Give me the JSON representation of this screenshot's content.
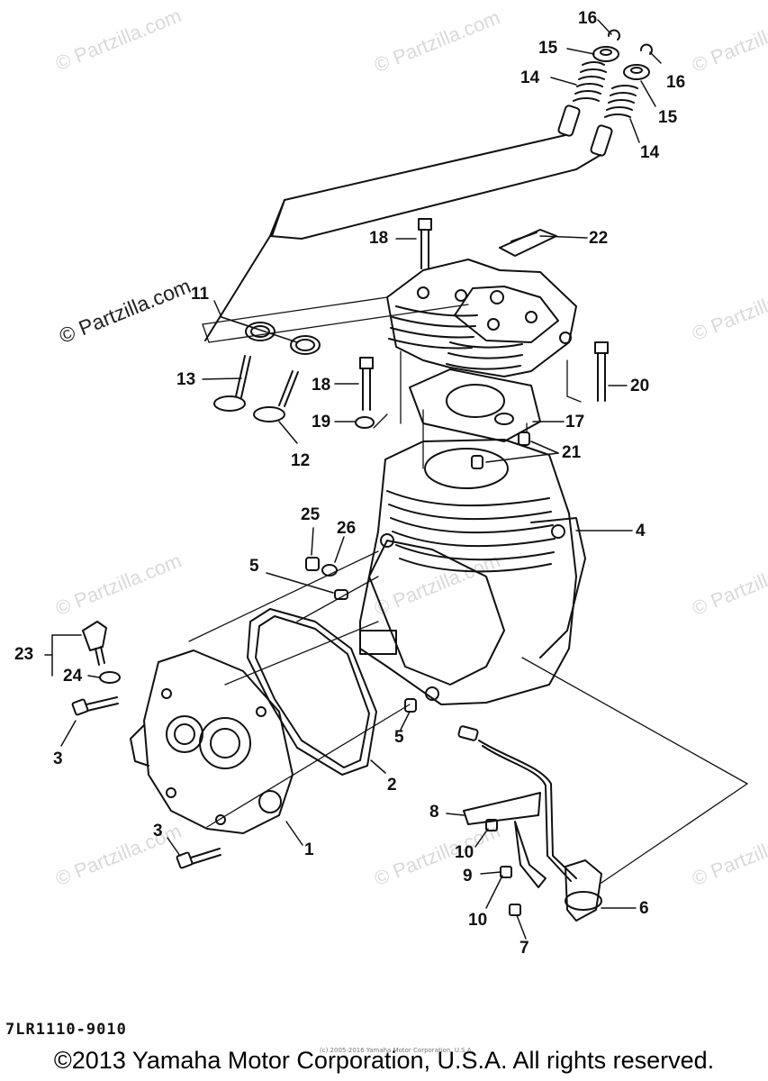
{
  "watermark": {
    "text": "© Partzilla.com",
    "prominent_text": "© Partzilla.com"
  },
  "callouts": [
    {
      "id": "16a",
      "label": "16"
    },
    {
      "id": "15a",
      "label": "15"
    },
    {
      "id": "14a",
      "label": "14"
    },
    {
      "id": "16b",
      "label": "16"
    },
    {
      "id": "15b",
      "label": "15"
    },
    {
      "id": "14b",
      "label": "14"
    },
    {
      "id": "18a",
      "label": "18"
    },
    {
      "id": "22",
      "label": "22"
    },
    {
      "id": "11",
      "label": "11"
    },
    {
      "id": "13",
      "label": "13"
    },
    {
      "id": "18b",
      "label": "18"
    },
    {
      "id": "20",
      "label": "20"
    },
    {
      "id": "19",
      "label": "19"
    },
    {
      "id": "17",
      "label": "17"
    },
    {
      "id": "12",
      "label": "12"
    },
    {
      "id": "21",
      "label": "21"
    },
    {
      "id": "25",
      "label": "25"
    },
    {
      "id": "26",
      "label": "26"
    },
    {
      "id": "4",
      "label": "4"
    },
    {
      "id": "5a",
      "label": "5"
    },
    {
      "id": "23",
      "label": "23"
    },
    {
      "id": "24",
      "label": "24"
    },
    {
      "id": "3a",
      "label": "3"
    },
    {
      "id": "5b",
      "label": "5"
    },
    {
      "id": "2",
      "label": "2"
    },
    {
      "id": "8",
      "label": "8"
    },
    {
      "id": "1",
      "label": "1"
    },
    {
      "id": "10a",
      "label": "10"
    },
    {
      "id": "3b",
      "label": "3"
    },
    {
      "id": "9",
      "label": "9"
    },
    {
      "id": "6",
      "label": "6"
    },
    {
      "id": "10b",
      "label": "10"
    },
    {
      "id": "7",
      "label": "7"
    }
  ],
  "diagram_code": "7LR1110-9010",
  "small_print": "(c) 2005-2016 Yamaha Motor Corporation, U.S.A.",
  "copyright": "©2013 Yamaha Motor Corporation, U.S.A. All rights reserved."
}
